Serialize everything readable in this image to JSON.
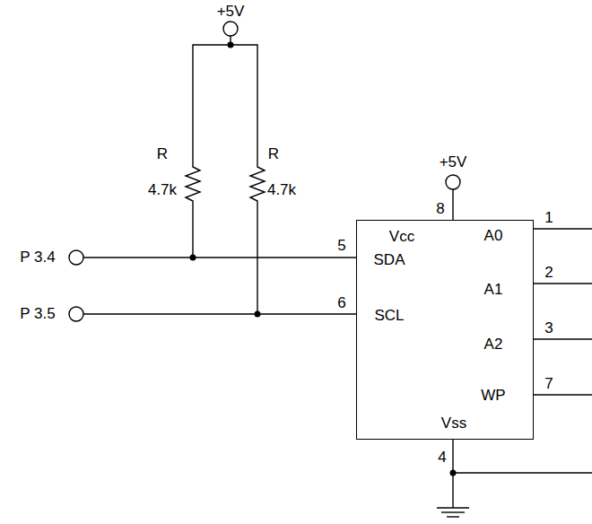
{
  "diagram": {
    "nodes": [
      {
        "text": [
          "Vcc",
          "SDA",
          "SCL",
          "A0",
          "A1",
          "A2",
          "WP",
          "Vss"
        ]
      }
    ],
    "labels": [
      "+5V",
      "+5V",
      "R",
      "4.7k",
      "R",
      "4.7k",
      "P 3.4",
      "P 3.5",
      "5",
      "6",
      "8",
      "1",
      "2",
      "3",
      "7",
      "4"
    ]
  }
}
